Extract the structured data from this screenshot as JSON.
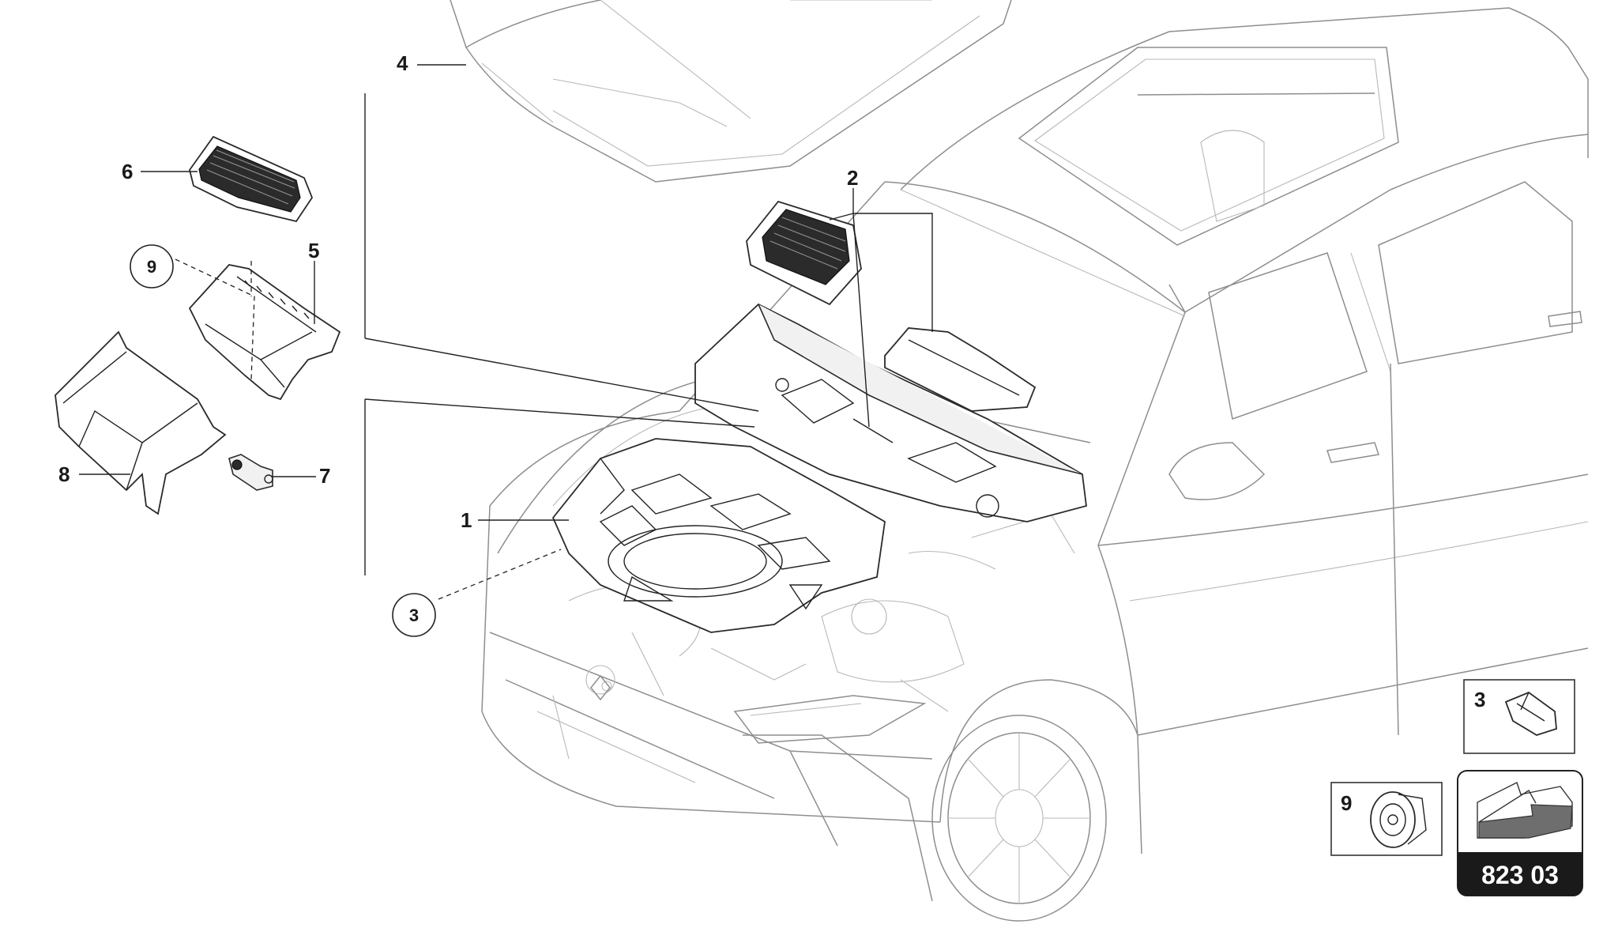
{
  "callouts": {
    "c1": "1",
    "c2": "2",
    "c4": "4",
    "c5": "5",
    "c6": "6",
    "c7": "7",
    "c8": "8"
  },
  "circled_callouts": {
    "c3": "3",
    "c9": "9"
  },
  "detail_boxes": {
    "detail_3_label": "3",
    "detail_9_label": "9"
  },
  "group_badge": {
    "number": "823 03",
    "icon": "arrow-to-group-icon"
  },
  "colors": {
    "car_outline": "#8e8e8e",
    "part_outline": "#2a2a2a",
    "badge_bg": "#1a1a1a",
    "arrow_fill": "#6e6e6e"
  }
}
